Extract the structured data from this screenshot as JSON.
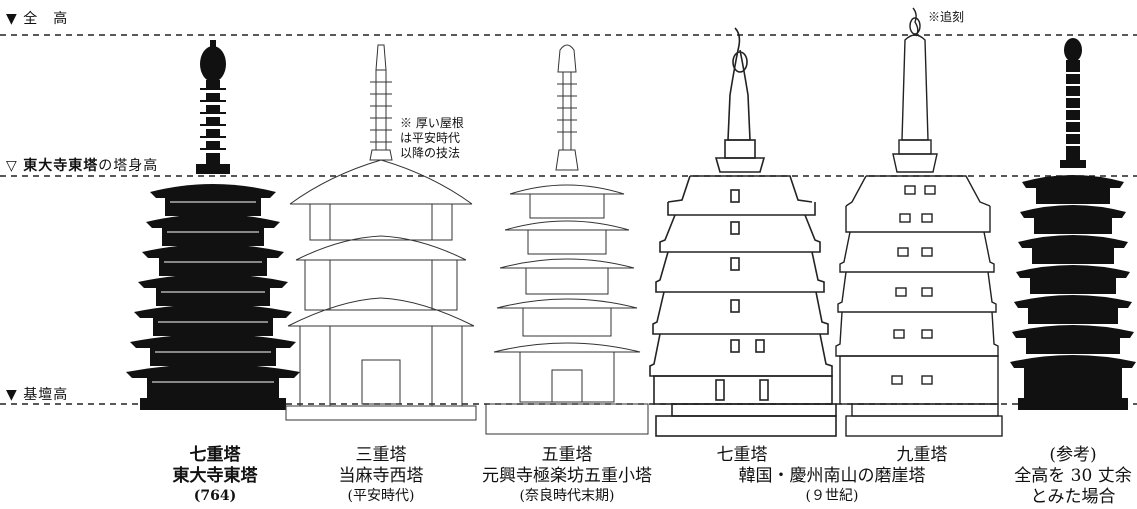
{
  "levels": {
    "full_height": "▼ 全　高",
    "body_height_prefix": "▽ ",
    "body_height_bold": "東大寺東塔",
    "body_height_suffix": "の塔身高",
    "base_height": "▼ 基壇高"
  },
  "notes": {
    "thick_roof": [
      "※ 厚い屋根",
      "は平安時代",
      "以降の技法"
    ],
    "recarved": "※追刻"
  },
  "captions": [
    {
      "lines": [
        "七重塔",
        "東大寺東塔",
        "(764)"
      ],
      "bold": true
    },
    {
      "lines": [
        "三重塔",
        "当麻寺西塔",
        "(平安時代)"
      ],
      "bold": false
    },
    {
      "lines": [
        "五重塔",
        "元興寺極楽坊五重小塔",
        "(奈良時代末期)"
      ],
      "bold": false
    },
    {
      "lines": [
        "七重塔",
        "九重塔",
        "韓国・慶州南山の磨崖塔",
        "(９世紀)"
      ],
      "bold": false
    },
    {
      "lines": [
        "(参考)",
        "全高を 30 丈余",
        "とみた場合"
      ],
      "bold": false
    }
  ]
}
